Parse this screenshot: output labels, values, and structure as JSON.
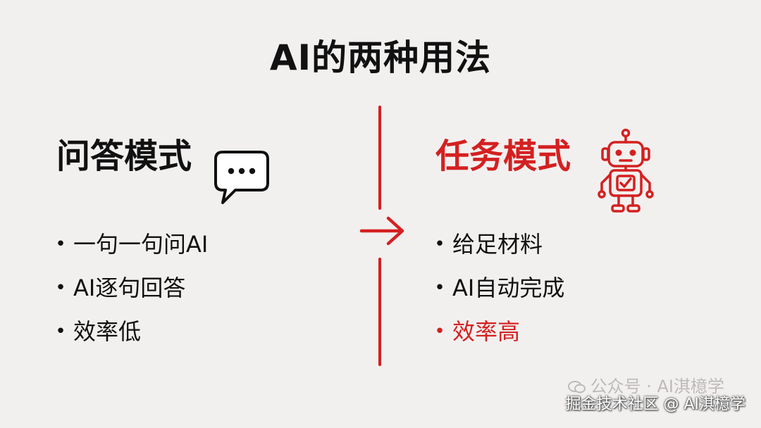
{
  "title": "AI的两种用法",
  "left": {
    "heading": "问答模式",
    "items": [
      "一句一句问AI",
      "AI逐句回答",
      "效率低"
    ]
  },
  "right": {
    "heading": "任务模式",
    "items": [
      "给足材料",
      "AI自动完成",
      "效率高"
    ]
  },
  "bullet": "•",
  "colors": {
    "accent": "#d42020",
    "text": "#111111",
    "background": "#f2f0ef"
  },
  "watermark": {
    "line1": "公众号 · AI淇檍学",
    "line2": "掘金技术社区 @ AI淇檍学"
  }
}
